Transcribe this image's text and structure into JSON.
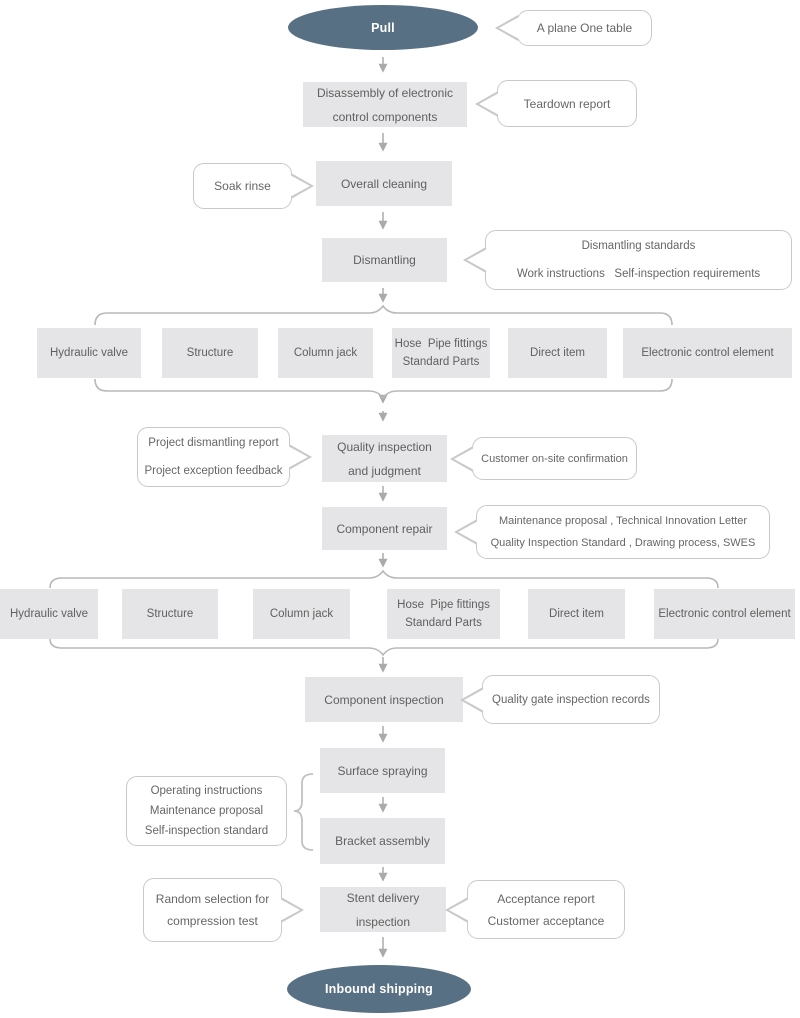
{
  "terminals": {
    "start": "Pull",
    "end": "Inbound shipping"
  },
  "steps": {
    "disassembly": {
      "line1": "Disassembly of electronic",
      "line2": "control components"
    },
    "overall_cleaning": {
      "label": "Overall cleaning"
    },
    "dismantling": {
      "label": "Dismantling"
    },
    "quality_inspection": {
      "line1": "Quality inspection",
      "line2": "and judgment"
    },
    "component_repair": {
      "label": "Component repair"
    },
    "component_inspection": {
      "label": "Component inspection"
    },
    "surface_spraying": {
      "label": "Surface spraying"
    },
    "bracket_assembly": {
      "label": "Bracket assembly"
    },
    "stent_delivery": {
      "line1": "Stent delivery",
      "line2": "inspection"
    }
  },
  "branch_row_1": {
    "hydraulic_valve": "Hydraulic valve",
    "structure": "Structure",
    "column_jack": "Column jack",
    "hose_line1": "Hose  Pipe fittings",
    "hose_line2": "Standard Parts",
    "direct_item": "Direct item",
    "electronic": "Electronic control element"
  },
  "branch_row_2": {
    "hydraulic_valve": "Hydraulic valve",
    "structure": "Structure",
    "column_jack": "Column jack",
    "hose_line1": "Hose  Pipe fittings",
    "hose_line2": "Standard Parts",
    "direct_item": "Direct item",
    "electronic": "Electronic control element"
  },
  "callouts": {
    "plane_table": {
      "line1": "A plane One table"
    },
    "teardown": {
      "line1": "Teardown report"
    },
    "soak_rinse": {
      "line1": "Soak rinse"
    },
    "dismantling_docs": {
      "line1": "Dismantling standards",
      "line2": "Work instructions   Self-inspection requirements"
    },
    "project_docs": {
      "line1": "Project dismantling report",
      "line2": "Project exception feedback"
    },
    "customer_onsite": {
      "line1": "Customer on-site confirmation"
    },
    "repair_docs": {
      "line1": "Maintenance proposal , Technical Innovation Letter",
      "line2": "Quality Inspection Standard , Drawing process, SWES"
    },
    "quality_gate": {
      "line1": "Quality gate inspection records"
    },
    "assembly_docs": {
      "line1": "Operating instructions",
      "line2": "Maintenance proposal",
      "line3": "Self-inspection standard"
    },
    "random_test": {
      "line1": "Random selection for",
      "line2": "compression test"
    },
    "acceptance": {
      "line1": "Acceptance report",
      "line2": "Customer acceptance"
    }
  },
  "colors": {
    "terminal_fill": "#587083",
    "terminal_text": "#ffffff",
    "box_fill": "#e5e5e7",
    "text": "#5f5f5f",
    "callout_border": "#c9c9c9",
    "connector": "#aaaaaa"
  }
}
